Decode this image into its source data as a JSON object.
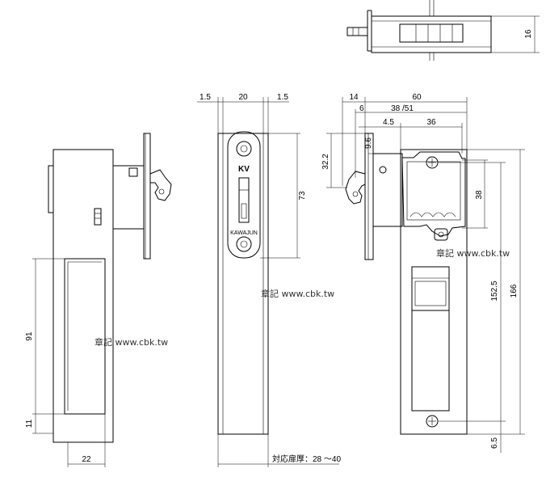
{
  "brand": {
    "logo": "KV",
    "maker_text": "KAWAJUN"
  },
  "watermark": "章記 www.cbk.tw",
  "dimensions": {
    "top_depth": "16",
    "front_width": "20",
    "front_margin_left": "1.5",
    "front_margin_right": "1.5",
    "front_hole_pitch": "73",
    "side_height": "91",
    "side_bottom": "11",
    "side_width": "22",
    "thickness_note": "対応扉厚：28 ～40",
    "right_total": "60",
    "right_offset": "14",
    "right_width_a": "38 /51",
    "right_small": "6",
    "right_offset_b": "4.5",
    "right_width_b": "36",
    "right_height_a": "9.6",
    "right_height_b": "32.2",
    "right_height_c": "38",
    "right_pitch": "152.5",
    "right_overall": "166",
    "right_bottom": "6.5"
  }
}
